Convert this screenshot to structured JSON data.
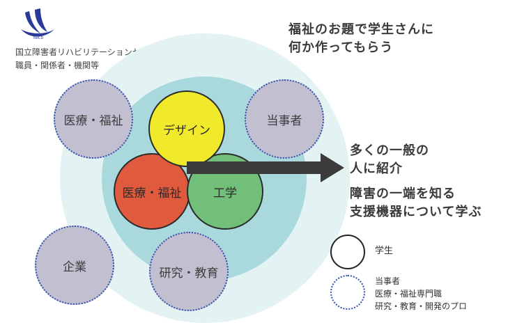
{
  "header": {
    "org_line1": "国立障害者リハビリテーションセンター",
    "org_line2": "職員・関係者・機関等"
  },
  "title": {
    "line1": "福祉のお題で学生さんに",
    "line2": "何か作ってもらう"
  },
  "stakeholders": {
    "med_welfare": "医療・福祉",
    "tojisha": "当事者",
    "company": "企業",
    "research": "研究・教育"
  },
  "students": {
    "design": "デザイン",
    "med_welfare": "医療・福祉",
    "engineering": "工学"
  },
  "outcomes": {
    "line1": "多くの一般の",
    "line2": "人に紹介",
    "line3": "障害の一端を知る",
    "line4": "支援機器について学ぶ"
  },
  "legend": {
    "student_label": "学生",
    "stake_line1": "当事者",
    "stake_line2": "医療・福祉専門職",
    "stake_line3": "研究・教育・開発のプロ"
  },
  "colors": {
    "outer_bg": "#e3f2f3",
    "inner_bg": "#a9d9dc",
    "stakeholder": "#c2bfd1",
    "design": "#f0ea2a",
    "med_welfare": "#e05a3e",
    "engineering": "#72bf7a",
    "arrow": "#3b3b3b",
    "logo": "#2a3a9a"
  }
}
